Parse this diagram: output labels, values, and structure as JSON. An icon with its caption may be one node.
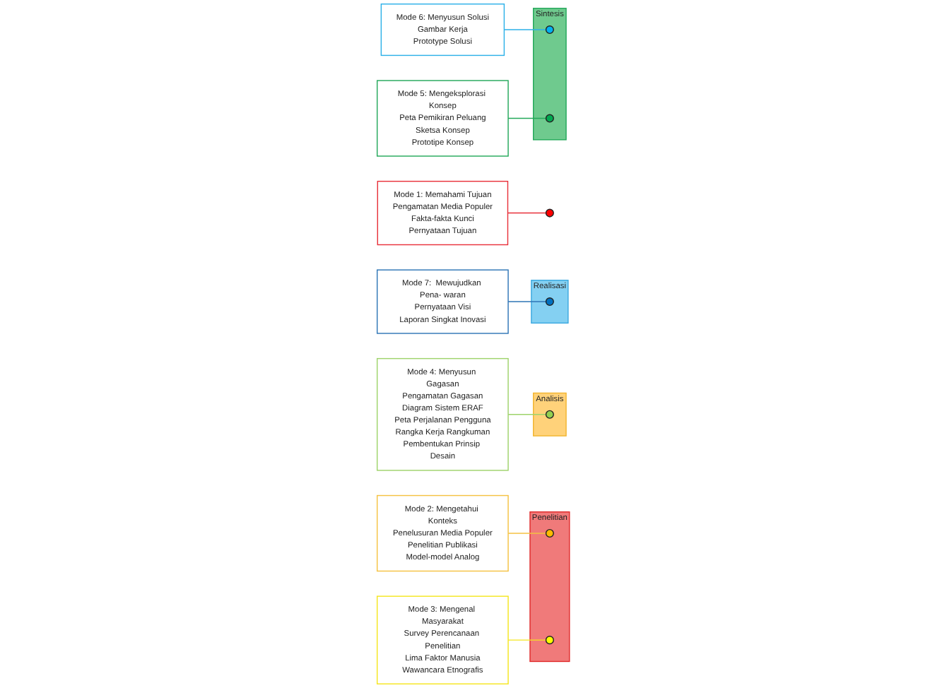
{
  "diagram": {
    "nodes": [
      {
        "text": [
          "Mode 3: Mengenal Masyarakat",
          "Survey Perencanaan Penelitian",
          "Lima Faktor Manusia",
          "Wawancara Etnografis"
        ]
      },
      {
        "text": [
          "Mode 2: Mengetahui Konteks",
          "Penelusuran Media Populer",
          "Penelitian Publikasi",
          "Model-model Analog"
        ]
      },
      {
        "text": [
          "Penelitian"
        ]
      },
      {
        "text": [],
        "shape": "circle",
        "in": 2
      },
      {
        "text": [],
        "shape": "circle",
        "in": 2
      },
      {
        "text": [
          "Analisis"
        ]
      },
      {
        "text": [],
        "shape": "circle",
        "in": 5
      },
      {
        "text": [
          "Mode 4: Menyusun Gagasan",
          "Pengamatan Gagasan",
          "Diagram Sistem ERAF",
          "Peta Perjalanan Pengguna",
          "Rangka Kerja Rangkuman",
          "Pembentukan Prinsip Desain"
        ]
      },
      {
        "text": [
          "Mode 1: Memahami Tujuan",
          "Pengamatan Media Populer",
          "Fakta-fakta Kunci",
          "Pernyataan Tujuan"
        ]
      },
      {
        "text": [],
        "shape": "circle"
      },
      {
        "text": [
          "Mode 7:  Mewujudkan Pena- waran",
          "Pernyataan Visi",
          "Laporan Singkat Inovasi"
        ]
      },
      {
        "text": [
          "Realisasi"
        ]
      },
      {
        "text": [],
        "shape": "circle",
        "in": 11
      },
      {
        "text": [
          "Sintesis"
        ]
      },
      {
        "text": [],
        "shape": "circle",
        "in": 13
      },
      {
        "text": [],
        "shape": "circle",
        "in": 13
      },
      {
        "text": [
          "Mode 5: Mengeksplorasi Konsep",
          "Peta Pemikiran Peluang",
          "Sketsa Konsep",
          "Prototipe Konsep"
        ]
      },
      {
        "text": [
          "Mode 6: Menyusun Solusi",
          "Gambar Kerja",
          "Prototype Solusi"
        ]
      }
    ],
    "edges": [
      {
        "from": 1,
        "to": 3,
        "arrow": "none",
        "color": "#f5c242"
      },
      {
        "from": 0,
        "to": 4,
        "arrow": "none",
        "color": "#f5e61e"
      },
      {
        "from": 7,
        "to": 6,
        "arrow": "none",
        "color": "#9ed36a"
      },
      {
        "from": 8,
        "to": 9,
        "arrow": "none",
        "color": "#e8303a"
      },
      {
        "from": 10,
        "to": 12,
        "arrow": "none",
        "color": "#2e75b6"
      },
      {
        "from": 16,
        "to": 15,
        "arrow": "none",
        "color": "#23a85a"
      },
      {
        "from": 17,
        "to": 14,
        "arrow": "none",
        "color": "#2cb0e8"
      }
    ]
  }
}
